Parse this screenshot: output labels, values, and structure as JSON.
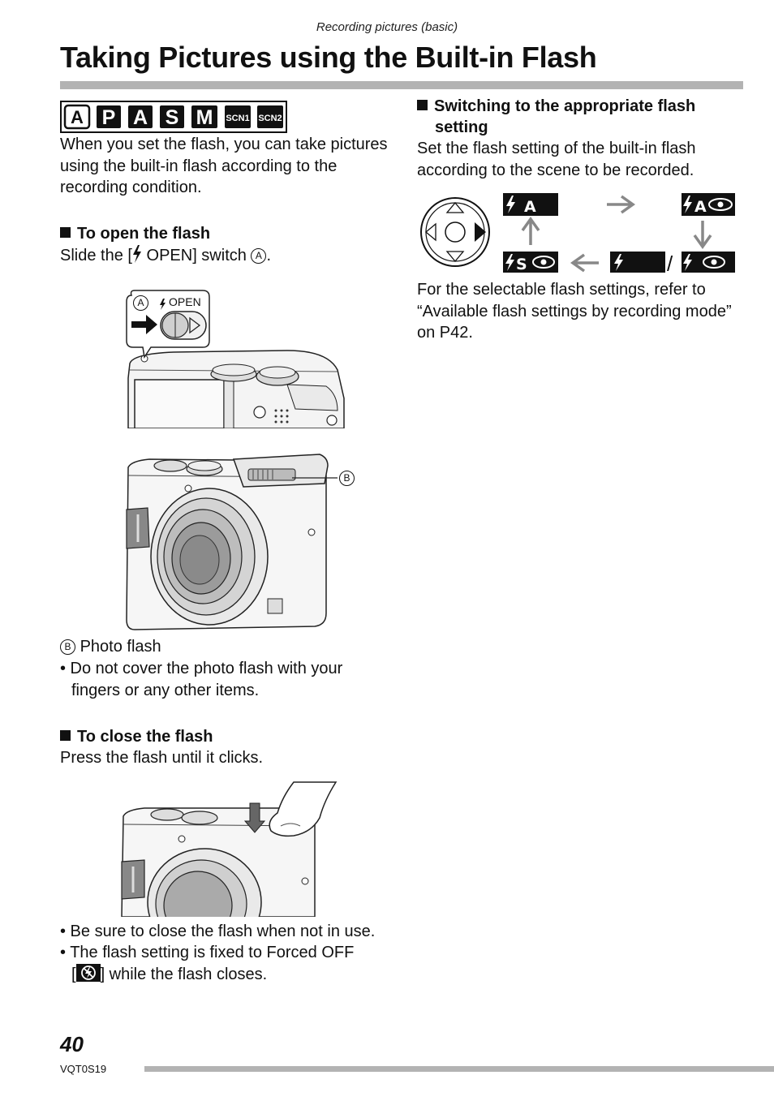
{
  "header": {
    "section": "Recording pictures (basic)"
  },
  "page_title": "Taking Pictures using the Built-in Flash",
  "modes": [
    "A",
    "P",
    "A",
    "S",
    "M",
    "SCN1",
    "SCN2"
  ],
  "intro": "When you set the flash, you can take pictures using the built-in flash according to the recording condition.",
  "open_flash": {
    "heading": "To open the flash",
    "text_before": "Slide the [",
    "text_after": " OPEN] switch ",
    "marker": "A",
    "period": ".",
    "switch_label": "OPEN",
    "callout_a": "A",
    "callout_b": "B",
    "photo_flash_marker": "B",
    "photo_flash_label": "Photo flash",
    "note": "• Do not cover the photo flash with your fingers or any other items."
  },
  "close_flash": {
    "heading": "To close the flash",
    "text": "Press the flash until it clicks.",
    "note1": "• Be sure to close the flash when not in use.",
    "note2_a": "• The flash setting is fixed to Forced OFF",
    "note2_b_open": "[",
    "note2_b_close": "] while the flash closes."
  },
  "switching": {
    "heading": "Switching to the appropriate flash setting",
    "text": "Set the flash setting of the built-in flash according to the scene to be recorded.",
    "flash_modes": [
      "A",
      "A",
      "S",
      "",
      ""
    ],
    "slash": "/",
    "refer": "For the selectable flash settings, refer to “Available flash settings by recording mode” on P42."
  },
  "footer": {
    "page_number": "40",
    "model": "VQT0S19"
  }
}
